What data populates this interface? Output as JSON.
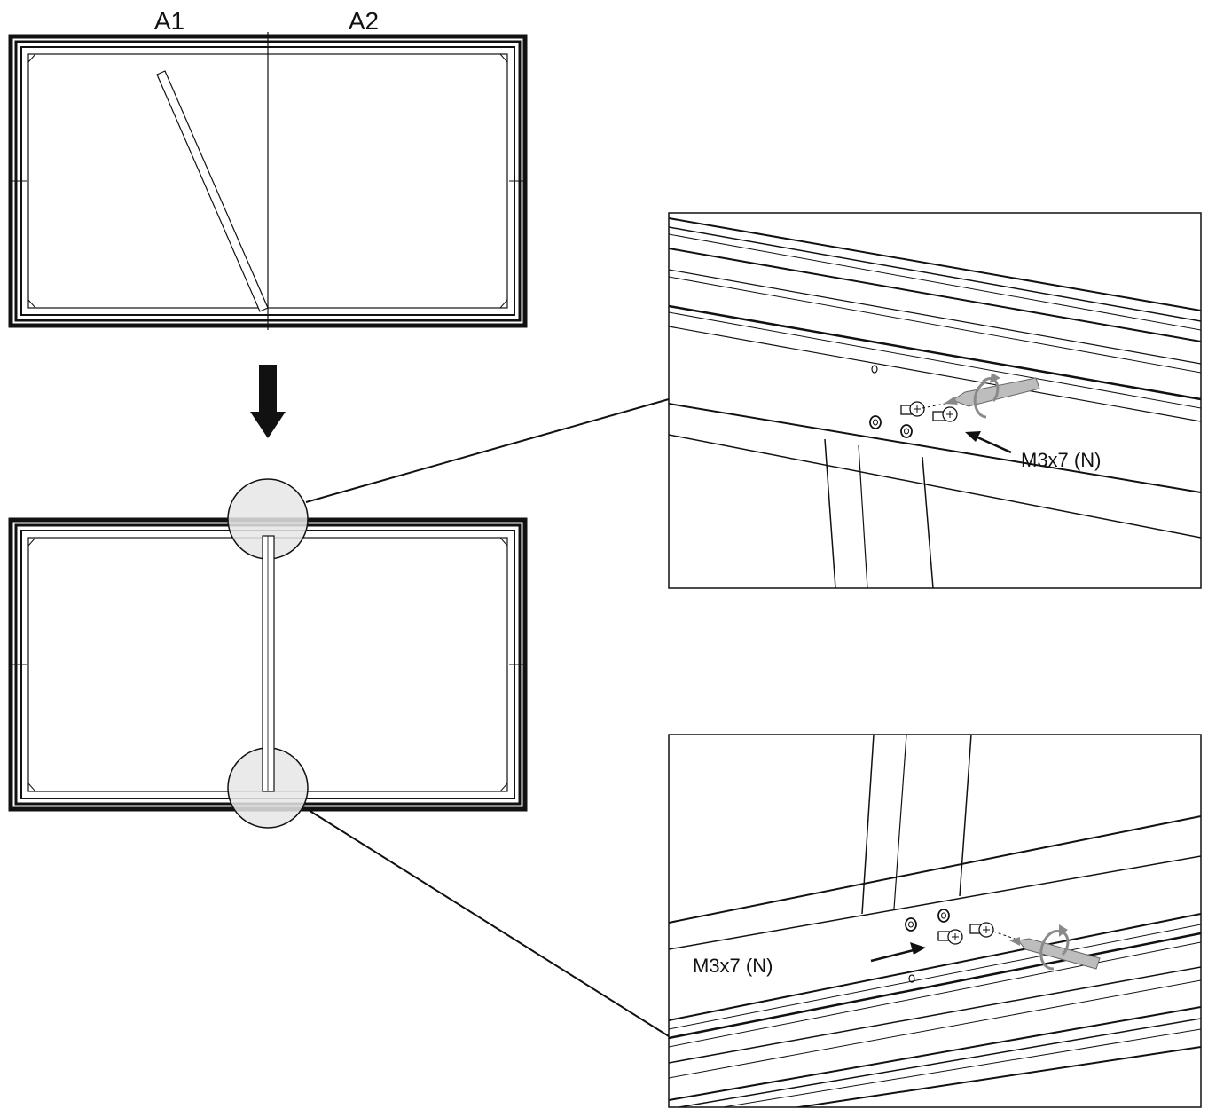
{
  "labels": {
    "panel_left": "A1",
    "panel_right": "A2",
    "screw_top": "M3x7 (N)",
    "screw_bottom": "M3x7 (N)"
  },
  "colors": {
    "ink": "#111111",
    "highlight": "#e6e6e6",
    "screwdriver": "#8a8a8a"
  },
  "icons": [
    "down-arrow-icon",
    "screwdriver-icon",
    "rotation-arrow-icon",
    "screw-icon",
    "washer-icon"
  ]
}
